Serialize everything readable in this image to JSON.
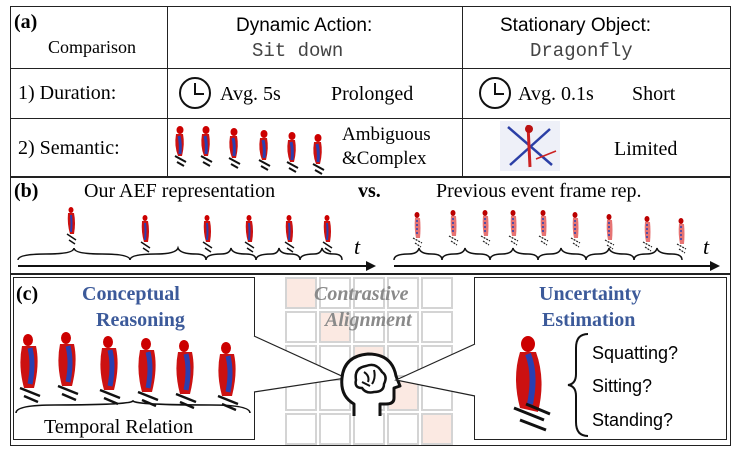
{
  "part_a": {
    "label": "(a)",
    "comparison": "Comparison",
    "col1_title": "Dynamic Action:",
    "col1_sub": "Sit down",
    "col2_title": "Stationary Object:",
    "col2_sub": "Dragonfly",
    "row1_label": "1) Duration:",
    "row1_c1_avg": "Avg. 5s",
    "row1_c1_desc": "Prolonged",
    "row1_c2_avg": "Avg. 0.1s",
    "row1_c2_desc": "Short",
    "row2_label": "2) Semantic:",
    "row2_c1_desc_1": "Ambiguous",
    "row2_c1_desc_2": "&Complex",
    "row2_c2_desc": "Limited"
  },
  "part_b": {
    "label": "(b)",
    "left_title": "Our AEF representation",
    "vs": "vs.",
    "right_title": "Previous event frame rep.",
    "t_left": "t",
    "t_right": "t"
  },
  "part_c": {
    "label": "(c)",
    "left_title_1": "Conceptual",
    "left_title_2": "Reasoning",
    "left_caption": "Temporal Relation",
    "center_title_1": "Contrastive",
    "center_title_2": "Alignment",
    "right_title_1": "Uncertainty",
    "right_title_2": "Estimation",
    "options": [
      "Squatting?",
      "Sitting?",
      "Standing?"
    ]
  }
}
